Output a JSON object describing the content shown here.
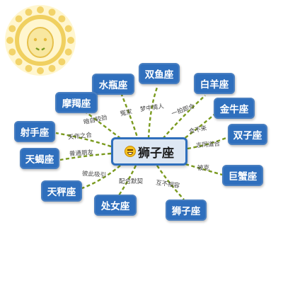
{
  "center": {
    "label": "狮子座"
  },
  "signs": [
    {
      "id": "shuiping",
      "label": "水瓶座",
      "relation": "冤家"
    },
    {
      "id": "shuangyu",
      "label": "双鱼座",
      "relation": "梦中情人"
    },
    {
      "id": "baiyang",
      "label": "白羊座",
      "relation": "一拍即合"
    },
    {
      "id": "mojie",
      "label": "摩羯座",
      "relation": "暗自较劲"
    },
    {
      "id": "jinniu",
      "label": "金牛座",
      "relation": "合不来"
    },
    {
      "id": "sheshou",
      "label": "射手座",
      "relation": "天作之合"
    },
    {
      "id": "shuangzi",
      "label": "双子座",
      "relation": "志同道合"
    },
    {
      "id": "tianxie",
      "label": "天蝎座",
      "relation": "普通朋友"
    },
    {
      "id": "juxie",
      "label": "巨蟹座",
      "relation": "被克"
    },
    {
      "id": "tiancheng",
      "label": "天秤座",
      "relation": "彼此吸引"
    },
    {
      "id": "chunv",
      "label": "处女座",
      "relation": "配合默契"
    },
    {
      "id": "shizi",
      "label": "狮子座",
      "relation": "互不相容"
    }
  ],
  "colors": {
    "node": "#2f6fbd",
    "center_fill": "#dde7f3",
    "link": "#7a9a1e",
    "sun": "#f0d060"
  }
}
